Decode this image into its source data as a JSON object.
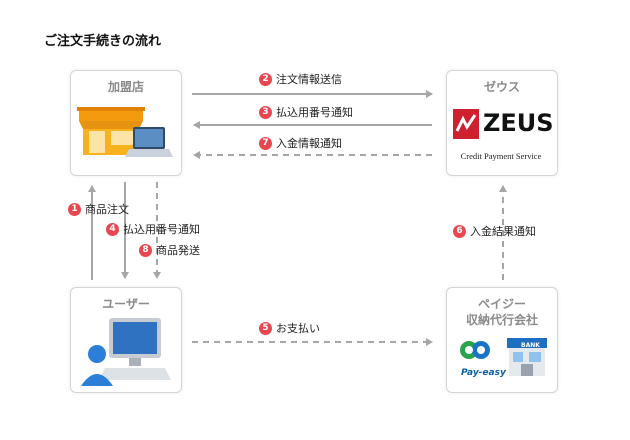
{
  "title": "ご注文手続きの流れ",
  "nodes": {
    "store": "加盟店",
    "zeus": "ゼウス",
    "user": "ユーザー",
    "payment_agency": "ペイジー\n収納代行会社"
  },
  "logos": {
    "zeus_word": "ZEUS",
    "zeus_sub": "Credit Payment Service",
    "payeasy": "Pay-easy",
    "bank": "BANK"
  },
  "steps": [
    {
      "num": "1",
      "label": "商品注文"
    },
    {
      "num": "2",
      "label": "注文情報送信"
    },
    {
      "num": "3",
      "label": "払込用番号通知"
    },
    {
      "num": "4",
      "label": "払込用番号通知"
    },
    {
      "num": "5",
      "label": "お支払い"
    },
    {
      "num": "6",
      "label": "入金結果通知"
    },
    {
      "num": "7",
      "label": "入金情報通知"
    },
    {
      "num": "8",
      "label": "商品発送"
    }
  ],
  "colors": {
    "badge": "#e9474f",
    "arrow": "#a6a6a6",
    "zeus_red": "#d0202e"
  }
}
